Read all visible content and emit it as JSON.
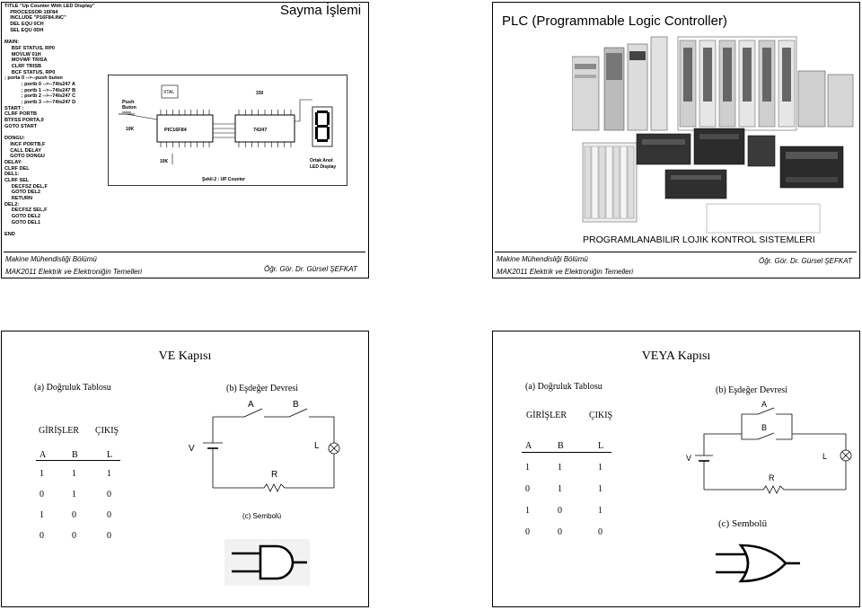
{
  "slide1": {
    "title": "Sayma İşlemi",
    "code_lines": [
      "TITLE \"Up Counter With LED Display\"",
      "    PROCESSOR 16F84",
      "    INCLUDE \"P16F84.INC\"",
      "    DEL EQU 0CH",
      "    SEL EQU 0DH",
      "",
      "MAIN:",
      "     BSF STATUS, RP0",
      "     MOVLW 01H",
      "     MOVWF TRISA",
      "     CLRF TRISB",
      "     BCF STATUS, RP0",
      "; porta 0 -->--push buton",
      "            ; portb 0 -->--74ls247 A",
      "            ; portb 1 -->--74ls247 B",
      "            ; portb 2 -->--74ls247 C",
      "            ; portb 3 -->--74ls247 D",
      "START :",
      "CLRF PORTB",
      "BTFSS PORTA,0",
      "GOTO START",
      "",
      "DONGU:",
      "    INCF PORTB,F",
      "    CALL DELAY",
      "    GOTO DONGU",
      "DELAY:",
      "CLRF DEL",
      "DEL1:",
      "CLRF SEL",
      "     DECFSZ DEL,F",
      "     GOTO DEL2",
      "     RETURN",
      "DEL2:",
      "     DECFSZ SEL,F",
      "     GOTO DEL2",
      "     GOTO DEL1",
      "",
      "END"
    ],
    "circuit": {
      "push_label_1": "Push",
      "push_label_2": "Buton",
      "xtal": "XTAL",
      "r_10k_a": "10K",
      "r_10k_b": "10K",
      "r_330": "330",
      "pic": "PIC16F84",
      "decoder": "74247",
      "caption": "Şekil-2 : UP Counter",
      "led_label_1": "Ortak Anot",
      "led_label_2": "LED Display"
    },
    "footer_dept": "Makine Mühendisliği Bölümü",
    "footer_course": "MAK2011 Elektrik ve Elektroniğin Temelleri",
    "footer_author": "Öğr. Gör. Dr. Gürsel ŞEFKAT"
  },
  "slide2": {
    "title": "PLC (Programmable Logic Controller)",
    "subtitle": "PROGRAMLANABILIR LOJIK KONTROL SISTEMLERI",
    "footer_dept": "Makine Mühendisliği Bölümü",
    "footer_course": "MAK2011 Elektrik ve Elektroniğin Temelleri",
    "footer_author": "Öğr. Gör. Dr. Gürsel ŞEFKAT"
  },
  "slide3": {
    "title": "VE Kapısı",
    "table_caption": "(a) Doğruluk Tablosu",
    "inputs_header": "GİRİŞLER",
    "outputs_header": "ÇIKIŞ",
    "col_a": "A",
    "col_b": "B",
    "col_l": "L",
    "rows": [
      [
        "1",
        "1",
        "1"
      ],
      [
        "0",
        "1",
        "0"
      ],
      [
        "1",
        "0",
        "0"
      ],
      [
        "0",
        "0",
        "0"
      ]
    ],
    "circuit_caption": "(b) Eşdeğer Devresi",
    "sw_a": "A",
    "sw_b": "B",
    "v": "V",
    "l": "L",
    "r": "R",
    "symbol_caption": "(c) Sembolü"
  },
  "slide4": {
    "title": "VEYA Kapısı",
    "table_caption": "(a) Doğruluk Tablosu",
    "inputs_header": "GİRİŞLER",
    "outputs_header": "ÇIKIŞ",
    "col_a": "A",
    "col_b": "B",
    "col_l": "L",
    "rows": [
      [
        "1",
        "1",
        "1"
      ],
      [
        "0",
        "1",
        "1"
      ],
      [
        "1",
        "0",
        "1"
      ],
      [
        "0",
        "0",
        "0"
      ]
    ],
    "circuit_caption": "(b) Eşdeğer Devresi",
    "sw_a": "A",
    "sw_b": "B",
    "v": "V",
    "l": "L",
    "r": "R",
    "symbol_caption": "(c) Sembolü"
  }
}
